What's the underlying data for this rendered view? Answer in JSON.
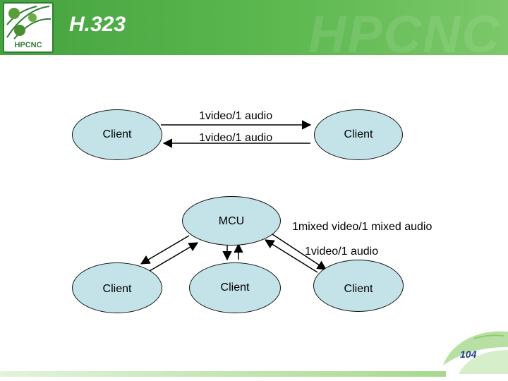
{
  "slide": {
    "title": "H.323",
    "logo_text": "HPCNC",
    "watermark_text": "HPCNC",
    "page_number": "104"
  },
  "nodes": {
    "client_top_left": "Client",
    "client_top_right": "Client",
    "mcu": "MCU",
    "client_bottom_left": "Client",
    "client_bottom_middle": "Client",
    "client_bottom_right": "Client"
  },
  "labels": {
    "top_arrow_right": "1video/1 audio",
    "top_arrow_left": "1video/1 audio",
    "mcu_mixed": "1mixed video/1 mixed audio",
    "mcu_single": "1video/1 audio"
  },
  "colors": {
    "header_green": "#45a33f",
    "node_fill": "#c3e3e8",
    "page_number": "#1d3c8c"
  }
}
